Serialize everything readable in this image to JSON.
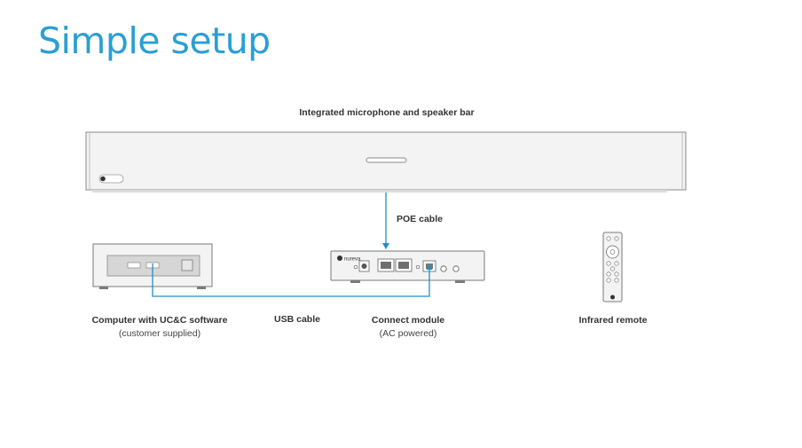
{
  "slide": {
    "title": "Simple setup"
  },
  "speaker_bar": {
    "label": "Integrated microphone and speaker bar"
  },
  "poe": {
    "label": "POE cable"
  },
  "computer": {
    "label": "Computer with UC&C software",
    "sublabel": "(customer supplied)"
  },
  "usb": {
    "label": "USB cable"
  },
  "connect_module": {
    "label": "Connect module",
    "sublabel": "(AC powered)"
  },
  "remote": {
    "label": "Infrared remote"
  },
  "colors": {
    "title": "#2a9fd4",
    "cable": "#1f8fc4",
    "device_fill": "#f2f2f2",
    "device_stroke": "#7a7a7a"
  },
  "brand": {
    "logo_text": "nureva"
  }
}
